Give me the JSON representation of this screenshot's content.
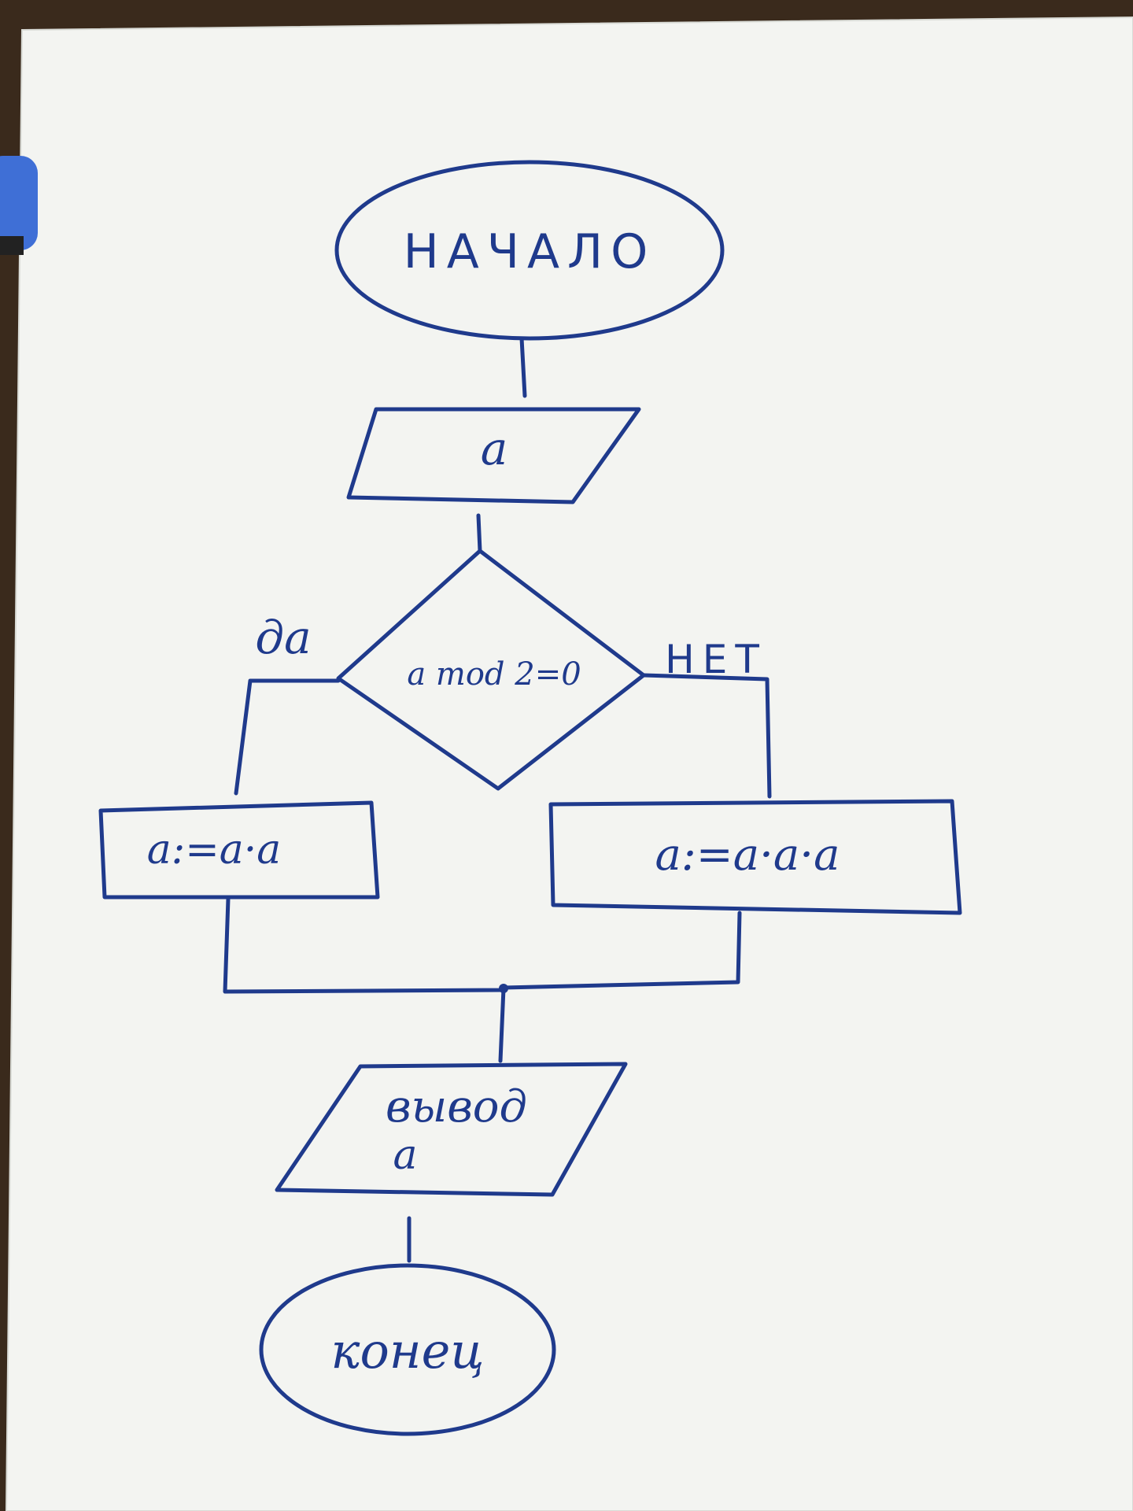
{
  "colors": {
    "ink": "#1f3a8c",
    "paper": "#f3f4f1",
    "background": "#3a2a1c",
    "clip": "#3f6fd6"
  },
  "flowchart": {
    "start_label": "НАЧАЛО",
    "input_label": "a",
    "condition_label": "a mod 2=0",
    "yes_label": "да",
    "no_label": "НЕТ",
    "yes_action": "a:=a·a",
    "no_action": "a:=a·a·a",
    "output_line1": "вывод",
    "output_line2": "a",
    "end_label": "конец"
  }
}
